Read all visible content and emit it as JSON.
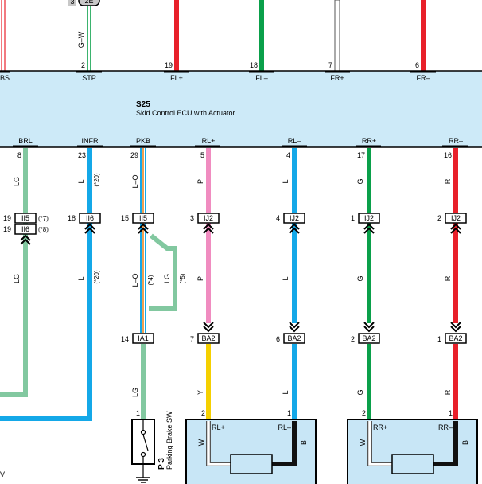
{
  "ecu": {
    "code": "S25",
    "name": "Skid Control ECU with Actuator",
    "top_terminals": [
      "BS",
      "STP",
      "FL+",
      "FL–",
      "FR+",
      "FR–"
    ],
    "bottom_terminals": [
      "BRL",
      "INFR",
      "PKB",
      "RL+",
      "RL–",
      "RR+",
      "RR–"
    ]
  },
  "top": {
    "conn_pin": "3",
    "conn_code": "2E",
    "stp_wire": "G–W",
    "pins": [
      "2",
      "19",
      "18",
      "7",
      "6"
    ]
  },
  "columns": {
    "brl": {
      "pin": "8",
      "wire_upper": "LG",
      "wire_lower": "LG",
      "conn1_pin": "19",
      "conn1_code": "II5",
      "conn1_note": "(*7)",
      "conn2_pin": "19",
      "conn2_code": "II6",
      "conn2_note": "(*8)"
    },
    "infr": {
      "pin": "23",
      "wire_upper": "L",
      "note_upper": "(*20)",
      "conn_pin": "18",
      "conn_code": "II6",
      "wire_lower": "L",
      "note_lower": "(*20)"
    },
    "pkb": {
      "pin": "29",
      "wire_upper": "L–O",
      "conn_pin": "15",
      "conn_code": "II5",
      "wire_mid": "L–O",
      "note_mid": "(*4)",
      "wire_loop": "LG",
      "note_loop": "(*5)",
      "conn2_pin": "14",
      "conn2_code": "IA1",
      "wire_lower": "LG",
      "sw_pin": "1",
      "sw_code": "P 3",
      "sw_name": "Parking Brake SW"
    },
    "rlp": {
      "pin": "5",
      "wire_upper": "P",
      "conn_pin": "3",
      "conn_code": "IJ2",
      "wire_mid": "P",
      "conn2_pin": "7",
      "conn2_code": "BA2",
      "wire_lower": "Y",
      "sensor_pin": "2"
    },
    "rlm": {
      "pin": "4",
      "wire_upper": "L",
      "conn_pin": "4",
      "conn_code": "IJ2",
      "wire_mid": "L",
      "conn2_pin": "6",
      "conn2_code": "BA2",
      "wire_lower": "L",
      "sensor_pin": "1"
    },
    "rrp": {
      "pin": "17",
      "wire_upper": "G",
      "conn_pin": "1",
      "conn_code": "IJ2",
      "wire_mid": "G",
      "conn2_pin": "2",
      "conn2_code": "BA2",
      "wire_lower": "G",
      "sensor_pin": "2"
    },
    "rrm": {
      "pin": "16",
      "wire_upper": "R",
      "conn_pin": "2",
      "conn_code": "IJ2",
      "wire_mid": "R",
      "conn2_pin": "1",
      "conn2_code": "BA2",
      "wire_lower": "R",
      "sensor_pin": "1"
    }
  },
  "sensors": {
    "left": {
      "plus": "RL+",
      "minus": "RL–",
      "w": "W",
      "b": "B"
    },
    "right": {
      "plus": "RR+",
      "minus": "RR–",
      "w": "W",
      "b": "B"
    }
  },
  "edge_text": "V",
  "colors": {
    "red": "#e8202a",
    "green": "#0aa04a",
    "pink": "#f08cc0",
    "blue": "#14a8e8",
    "lightgreen": "#82c8a0",
    "yellow": "#f5d000",
    "orange": "#f0a050",
    "ecu_fill": "#cdeaf8",
    "box_fill": "#c8e6f6"
  }
}
